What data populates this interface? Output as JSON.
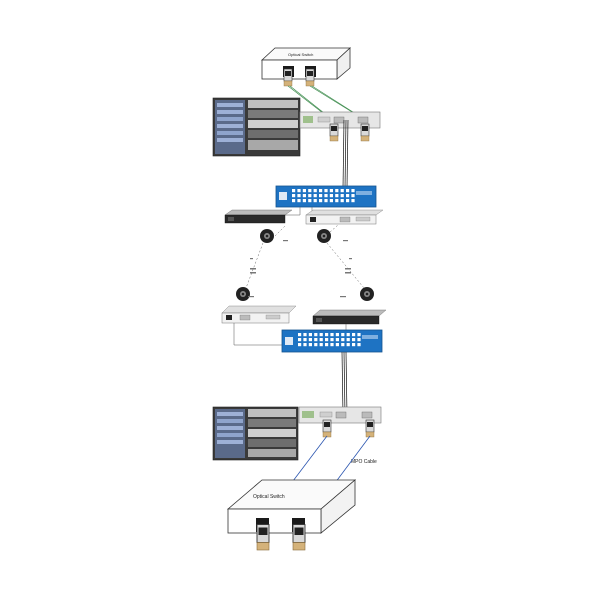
{
  "diagram": {
    "top_switch_label": "Optical Switch",
    "bottom_switch_label": "Optical Switch",
    "cable_label": "MPO Cable"
  },
  "colors": {
    "panel_blue": "#1e73c3",
    "panel_blue_dark": "#14548f",
    "cable_green": "#3a8a4a",
    "cable_blue": "#2a55b0",
    "cable_black": "#111111",
    "device_gray": "#e6e6e6",
    "rack_photo": "#5a6a8a"
  },
  "icons": {
    "transceiver": "sfp-module-icon",
    "fiber_spool": "fiber-spool-icon",
    "patch_panel": "lc-patch-panel-icon"
  }
}
